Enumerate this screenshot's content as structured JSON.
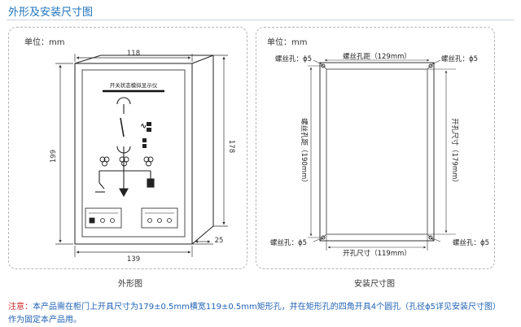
{
  "page_title": "外形及安装尺寸图",
  "left_panel": {
    "unit_label": "单位：mm",
    "caption": "外形图",
    "device_label": "开关状态模拟显示仪",
    "dims": {
      "top_width": "118",
      "height_left": "199",
      "height_right": "178",
      "bottom_width": "139",
      "depth": "25"
    }
  },
  "right_panel": {
    "unit_label": "单位：mm",
    "caption": "安装尺寸图",
    "screw_hole_label": "螺丝孔：ϕ5",
    "hole_spacing_h": "螺丝孔距（129mm）",
    "hole_spacing_v": "螺丝孔距（190mm）",
    "cutout_v": "开孔尺寸（179mm）",
    "cutout_h": "开孔尺寸（119mm）"
  },
  "note": {
    "lead": "注意：",
    "text": "本产品需在柜门上开具尺寸为179±0.5mm横宽119±0.5mm矩形孔，并在矩形孔的四角开具4个圆孔（孔径ϕ5详见安装尺寸图）作为固定本产品用。"
  }
}
